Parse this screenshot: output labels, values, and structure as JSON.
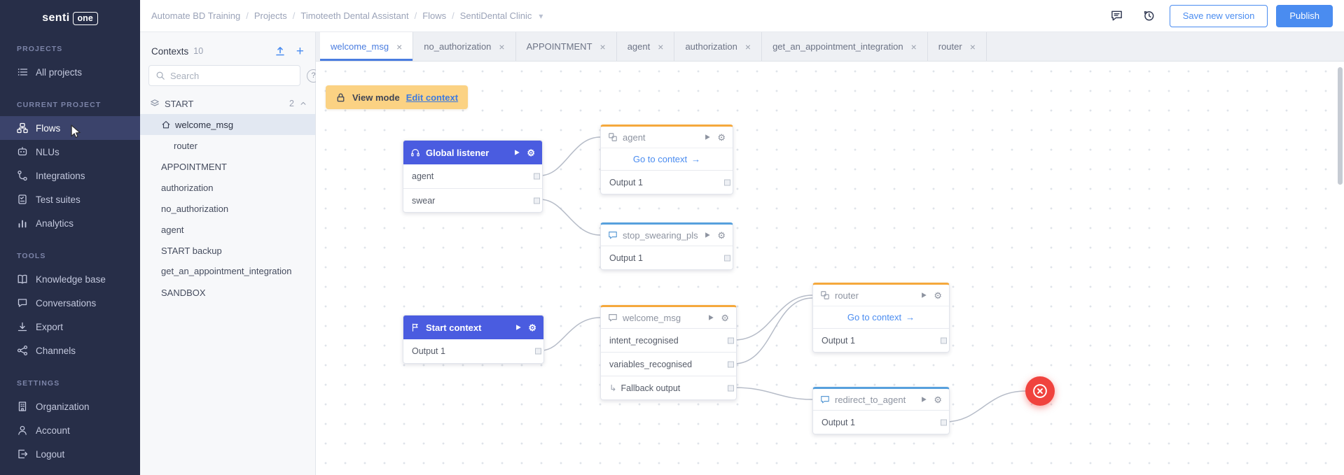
{
  "brand": {
    "name_left": "senti",
    "name_right": "one"
  },
  "icons": {
    "close": "×",
    "gear": "⚙",
    "chevron_down": "▾",
    "plus": "+",
    "question": "?",
    "fallback_arrow": "↳",
    "go_arrow": "→"
  },
  "sidebar": {
    "sections": [
      {
        "title": "PROJECTS",
        "items": [
          {
            "label": "All projects"
          }
        ]
      },
      {
        "title": "CURRENT PROJECT",
        "items": [
          {
            "label": "Flows"
          },
          {
            "label": "NLUs"
          },
          {
            "label": "Integrations"
          },
          {
            "label": "Test suites"
          },
          {
            "label": "Analytics"
          }
        ]
      },
      {
        "title": "TOOLS",
        "items": [
          {
            "label": "Knowledge base"
          },
          {
            "label": "Conversations"
          },
          {
            "label": "Export"
          },
          {
            "label": "Channels"
          }
        ]
      },
      {
        "title": "SETTINGS",
        "items": [
          {
            "label": "Organization"
          },
          {
            "label": "Account"
          },
          {
            "label": "Logout"
          }
        ]
      }
    ]
  },
  "topbar": {
    "breadcrumb": [
      "Automate BD Training",
      "Projects",
      "Timoteeth Dental Assistant",
      "Flows",
      "SentiDental Clinic"
    ],
    "save_label": "Save new version",
    "publish_label": "Publish"
  },
  "contexts": {
    "title": "Contexts",
    "count": "10",
    "search_placeholder": "Search",
    "group": {
      "label": "START",
      "count": "2"
    },
    "items": {
      "welcome_msg": "welcome_msg",
      "router": "router",
      "appointment": "APPOINTMENT",
      "authorization": "authorization",
      "no_authorization": "no_authorization",
      "agent": "agent",
      "start_backup": "START backup",
      "get_appointment": "get_an_appointment_integration",
      "sandbox": "SANDBOX"
    }
  },
  "tabs": [
    {
      "label": "welcome_msg"
    },
    {
      "label": "no_authorization"
    },
    {
      "label": "APPOINTMENT"
    },
    {
      "label": "agent"
    },
    {
      "label": "authorization"
    },
    {
      "label": "get_an_appointment_integration"
    },
    {
      "label": "router"
    }
  ],
  "canvas": {
    "banner": {
      "mode": "View mode",
      "edit": "Edit context"
    },
    "nodes": {
      "global_listener": {
        "title": "Global listener",
        "outputs": [
          "agent",
          "swear"
        ]
      },
      "agent": {
        "title": "agent",
        "link": "Go to context",
        "output": "Output 1"
      },
      "stop_swearing": {
        "title": "stop_swearing_pls",
        "output": "Output 1"
      },
      "start_context": {
        "title": "Start context",
        "output": "Output 1"
      },
      "welcome_msg": {
        "title": "welcome_msg",
        "outputs": [
          "intent_recognised",
          "variables_recognised",
          "Fallback output"
        ]
      },
      "router": {
        "title": "router",
        "link": "Go to context",
        "output": "Output 1"
      },
      "redirect": {
        "title": "redirect_to_agent",
        "output": "Output 1"
      }
    }
  },
  "colors": {
    "sidebar_bg": "#272e48",
    "accent_blue": "#4a5ce0",
    "button_blue": "#4a8cf0",
    "orange_node": "#f5a83c",
    "blue_node": "#57a0dd",
    "banner_bg": "#fbd283",
    "end_red": "#f0433e"
  }
}
